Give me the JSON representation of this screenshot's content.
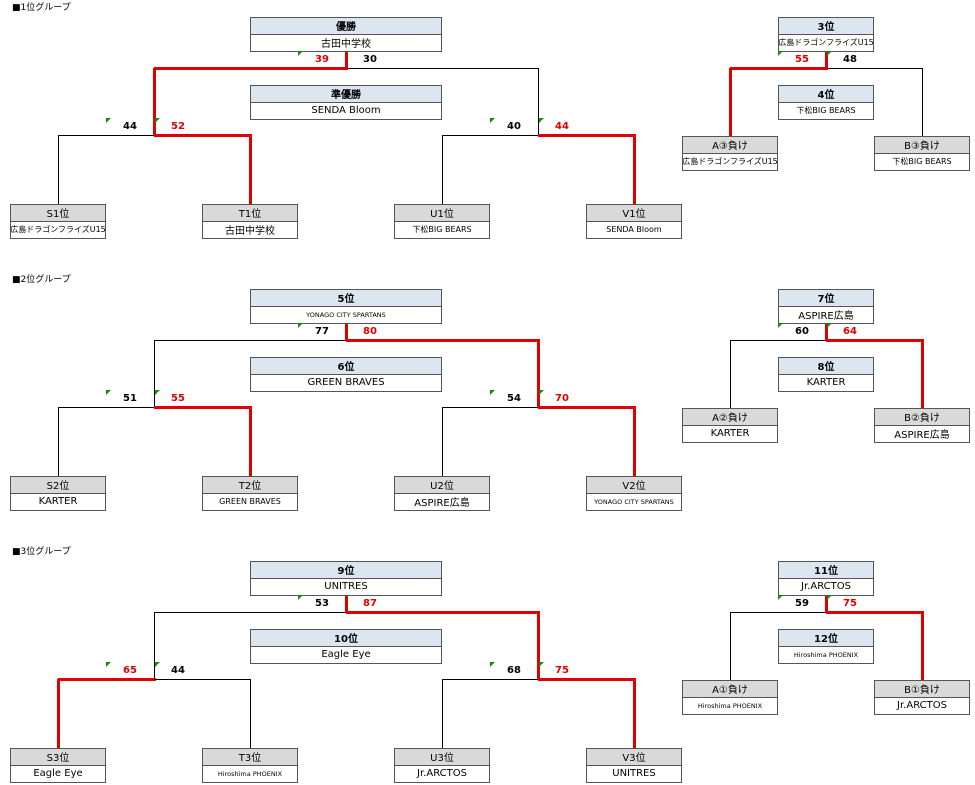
{
  "groups": [
    {
      "title": "■1位グループ",
      "main": {
        "top": {
          "head": "優勝",
          "name": "古田中学校"
        },
        "mid": {
          "head": "準優勝",
          "name": "SENDA Bloom"
        },
        "scores": {
          "final_l": "39",
          "final_r": "30",
          "semi_ll": "44",
          "semi_lr": "52",
          "semi_rl": "40",
          "semi_rr": "44"
        },
        "seeds": [
          {
            "head": "S1位",
            "name": "広島ドラゴンフライズU15"
          },
          {
            "head": "T1位",
            "name": "古田中学校"
          },
          {
            "head": "U1位",
            "name": "下松BIG BEARS"
          },
          {
            "head": "V1位",
            "name": "SENDA Bloom"
          }
        ]
      },
      "side": {
        "top": {
          "head": "3位",
          "name": "広島ドラゴンフライズU15"
        },
        "mid": {
          "head": "4位",
          "name": "下松BIG BEARS"
        },
        "scores": {
          "l": "55",
          "r": "48"
        },
        "seeds": [
          {
            "head": "A③負け",
            "name": "広島ドラゴンフライズU15"
          },
          {
            "head": "B③負け",
            "name": "下松BIG BEARS"
          }
        ]
      }
    },
    {
      "title": "■2位グループ",
      "main": {
        "top": {
          "head": "5位",
          "name": "YONAGO CITY SPARTANS"
        },
        "mid": {
          "head": "6位",
          "name": "GREEN BRAVES"
        },
        "scores": {
          "final_l": "77",
          "final_r": "80",
          "semi_ll": "51",
          "semi_lr": "55",
          "semi_rl": "54",
          "semi_rr": "70"
        },
        "seeds": [
          {
            "head": "S2位",
            "name": "KARTER"
          },
          {
            "head": "T2位",
            "name": "GREEN BRAVES"
          },
          {
            "head": "U2位",
            "name": "ASPIRE広島"
          },
          {
            "head": "V2位",
            "name": "YONAGO CITY SPARTANS"
          }
        ]
      },
      "side": {
        "top": {
          "head": "7位",
          "name": "ASPIRE広島"
        },
        "mid": {
          "head": "8位",
          "name": "KARTER"
        },
        "scores": {
          "l": "60",
          "r": "64"
        },
        "seeds": [
          {
            "head": "A②負け",
            "name": "KARTER"
          },
          {
            "head": "B②負け",
            "name": "ASPIRE広島"
          }
        ]
      }
    },
    {
      "title": "■3位グループ",
      "main": {
        "top": {
          "head": "9位",
          "name": "UNITRES"
        },
        "mid": {
          "head": "10位",
          "name": "Eagle Eye"
        },
        "scores": {
          "final_l": "53",
          "final_r": "87",
          "semi_ll": "65",
          "semi_lr": "44",
          "semi_rl": "68",
          "semi_rr": "75"
        },
        "seeds": [
          {
            "head": "S3位",
            "name": "Eagle Eye"
          },
          {
            "head": "T3位",
            "name": "Hiroshima PHOENIX"
          },
          {
            "head": "U3位",
            "name": "Jr.ARCTOS"
          },
          {
            "head": "V3位",
            "name": "UNITRES"
          }
        ]
      },
      "side": {
        "top": {
          "head": "11位",
          "name": "Jr.ARCTOS"
        },
        "mid": {
          "head": "12位",
          "name": "Hiroshima PHOENIX"
        },
        "scores": {
          "l": "59",
          "r": "75"
        },
        "seeds": [
          {
            "head": "A①負け",
            "name": "Hiroshima PHOENIX"
          },
          {
            "head": "B①負け",
            "name": "Jr.ARCTOS"
          }
        ]
      }
    }
  ],
  "colors": {
    "win_line": "#e00000",
    "lose_line": "#000000",
    "box_head_blue": "#dce6f1",
    "box_head_grey": "#d9d9d9",
    "flag": "#1a8a1a"
  },
  "winners": [
    {
      "final": "left",
      "semi_left": "right",
      "semi_right": "right",
      "side": "left"
    },
    {
      "final": "right",
      "semi_left": "right",
      "semi_right": "right",
      "side": "right"
    },
    {
      "final": "right",
      "semi_left": "left",
      "semi_right": "right",
      "side": "right"
    }
  ]
}
